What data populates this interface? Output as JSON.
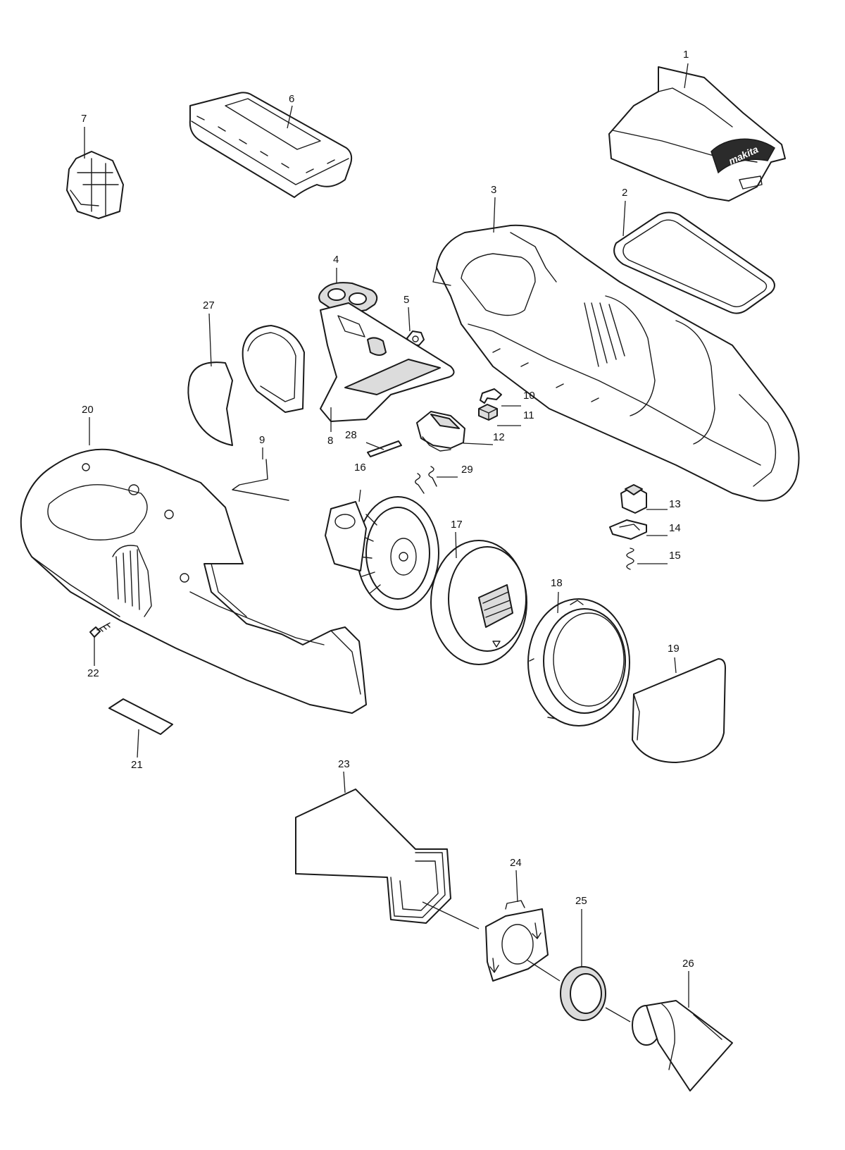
{
  "diagram": {
    "type": "exploded-parts-diagram",
    "brand_logo": "makita",
    "callouts": [
      {
        "id": "1",
        "label": "1"
      },
      {
        "id": "2",
        "label": "2"
      },
      {
        "id": "3",
        "label": "3"
      },
      {
        "id": "4",
        "label": "4"
      },
      {
        "id": "5",
        "label": "5"
      },
      {
        "id": "6",
        "label": "6"
      },
      {
        "id": "7",
        "label": "7"
      },
      {
        "id": "8",
        "label": "8"
      },
      {
        "id": "9",
        "label": "9"
      },
      {
        "id": "10",
        "label": "10"
      },
      {
        "id": "11",
        "label": "11"
      },
      {
        "id": "12",
        "label": "12"
      },
      {
        "id": "13",
        "label": "13"
      },
      {
        "id": "14",
        "label": "14"
      },
      {
        "id": "15",
        "label": "15"
      },
      {
        "id": "16",
        "label": "16"
      },
      {
        "id": "17",
        "label": "17"
      },
      {
        "id": "18",
        "label": "18"
      },
      {
        "id": "19",
        "label": "19"
      },
      {
        "id": "20",
        "label": "20"
      },
      {
        "id": "21",
        "label": "21"
      },
      {
        "id": "22",
        "label": "22"
      },
      {
        "id": "23",
        "label": "23"
      },
      {
        "id": "24",
        "label": "24"
      },
      {
        "id": "25",
        "label": "25"
      },
      {
        "id": "26",
        "label": "26"
      },
      {
        "id": "27",
        "label": "27"
      },
      {
        "id": "28",
        "label": "28"
      },
      {
        "id": "29",
        "label": "29"
      }
    ]
  }
}
